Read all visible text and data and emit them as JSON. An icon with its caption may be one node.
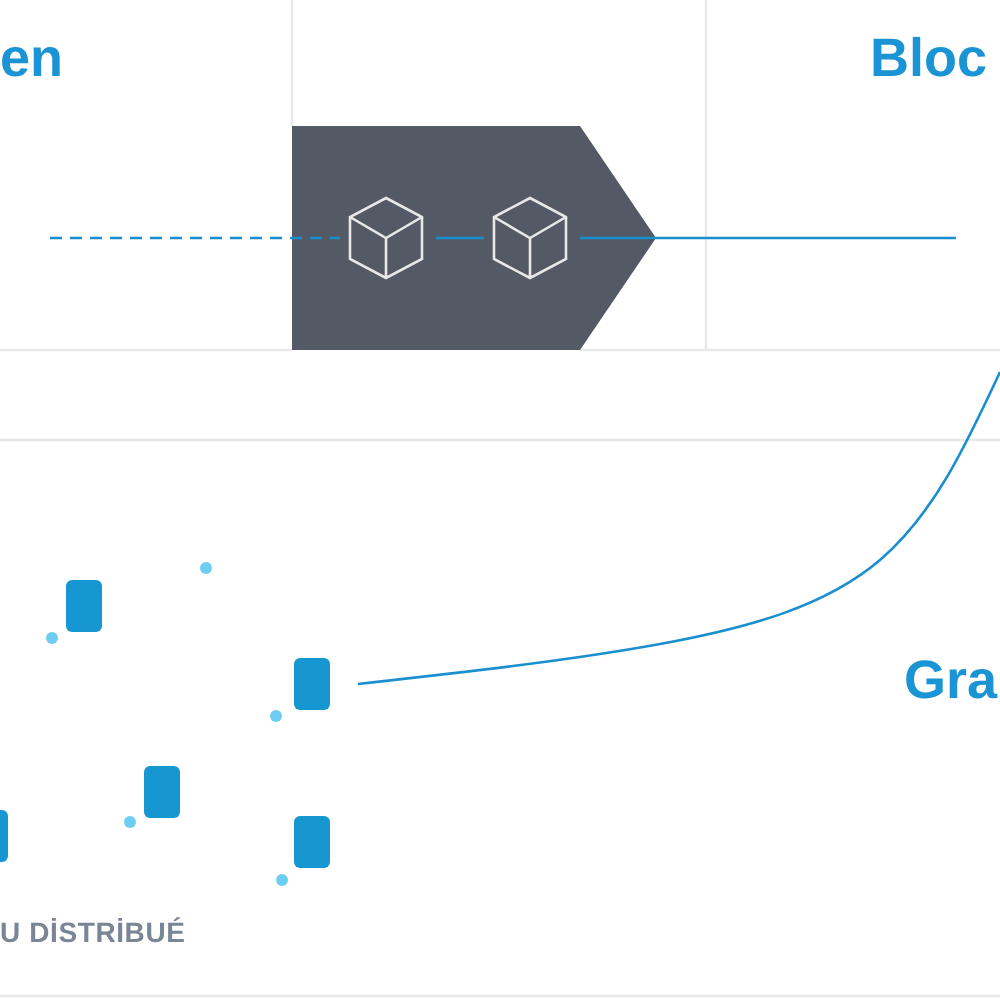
{
  "diagram": {
    "nodes": [
      {
        "text": [],
        "shape": "arrow"
      },
      {
        "text": [],
        "shape": "cube",
        "in": 0
      },
      {
        "text": [],
        "shape": "cube",
        "in": 0
      },
      {
        "text": [],
        "shape": "box"
      },
      {
        "text": [],
        "shape": "box"
      },
      {
        "text": [],
        "shape": "box"
      },
      {
        "text": [],
        "shape": "box"
      },
      {
        "text": [],
        "shape": "box"
      }
    ],
    "edges": [
      {
        "from": null,
        "to": 1,
        "arrow": "none",
        "style": "dashed"
      },
      {
        "from": 1,
        "to": 2,
        "arrow": "none"
      },
      {
        "from": 2,
        "to": null,
        "arrow": "none"
      },
      {
        "from": 4,
        "to": null,
        "arrow": "none"
      }
    ],
    "labels": [
      "en",
      "Bloc",
      "Gra",
      "U DİSTRİBUÉ"
    ]
  }
}
